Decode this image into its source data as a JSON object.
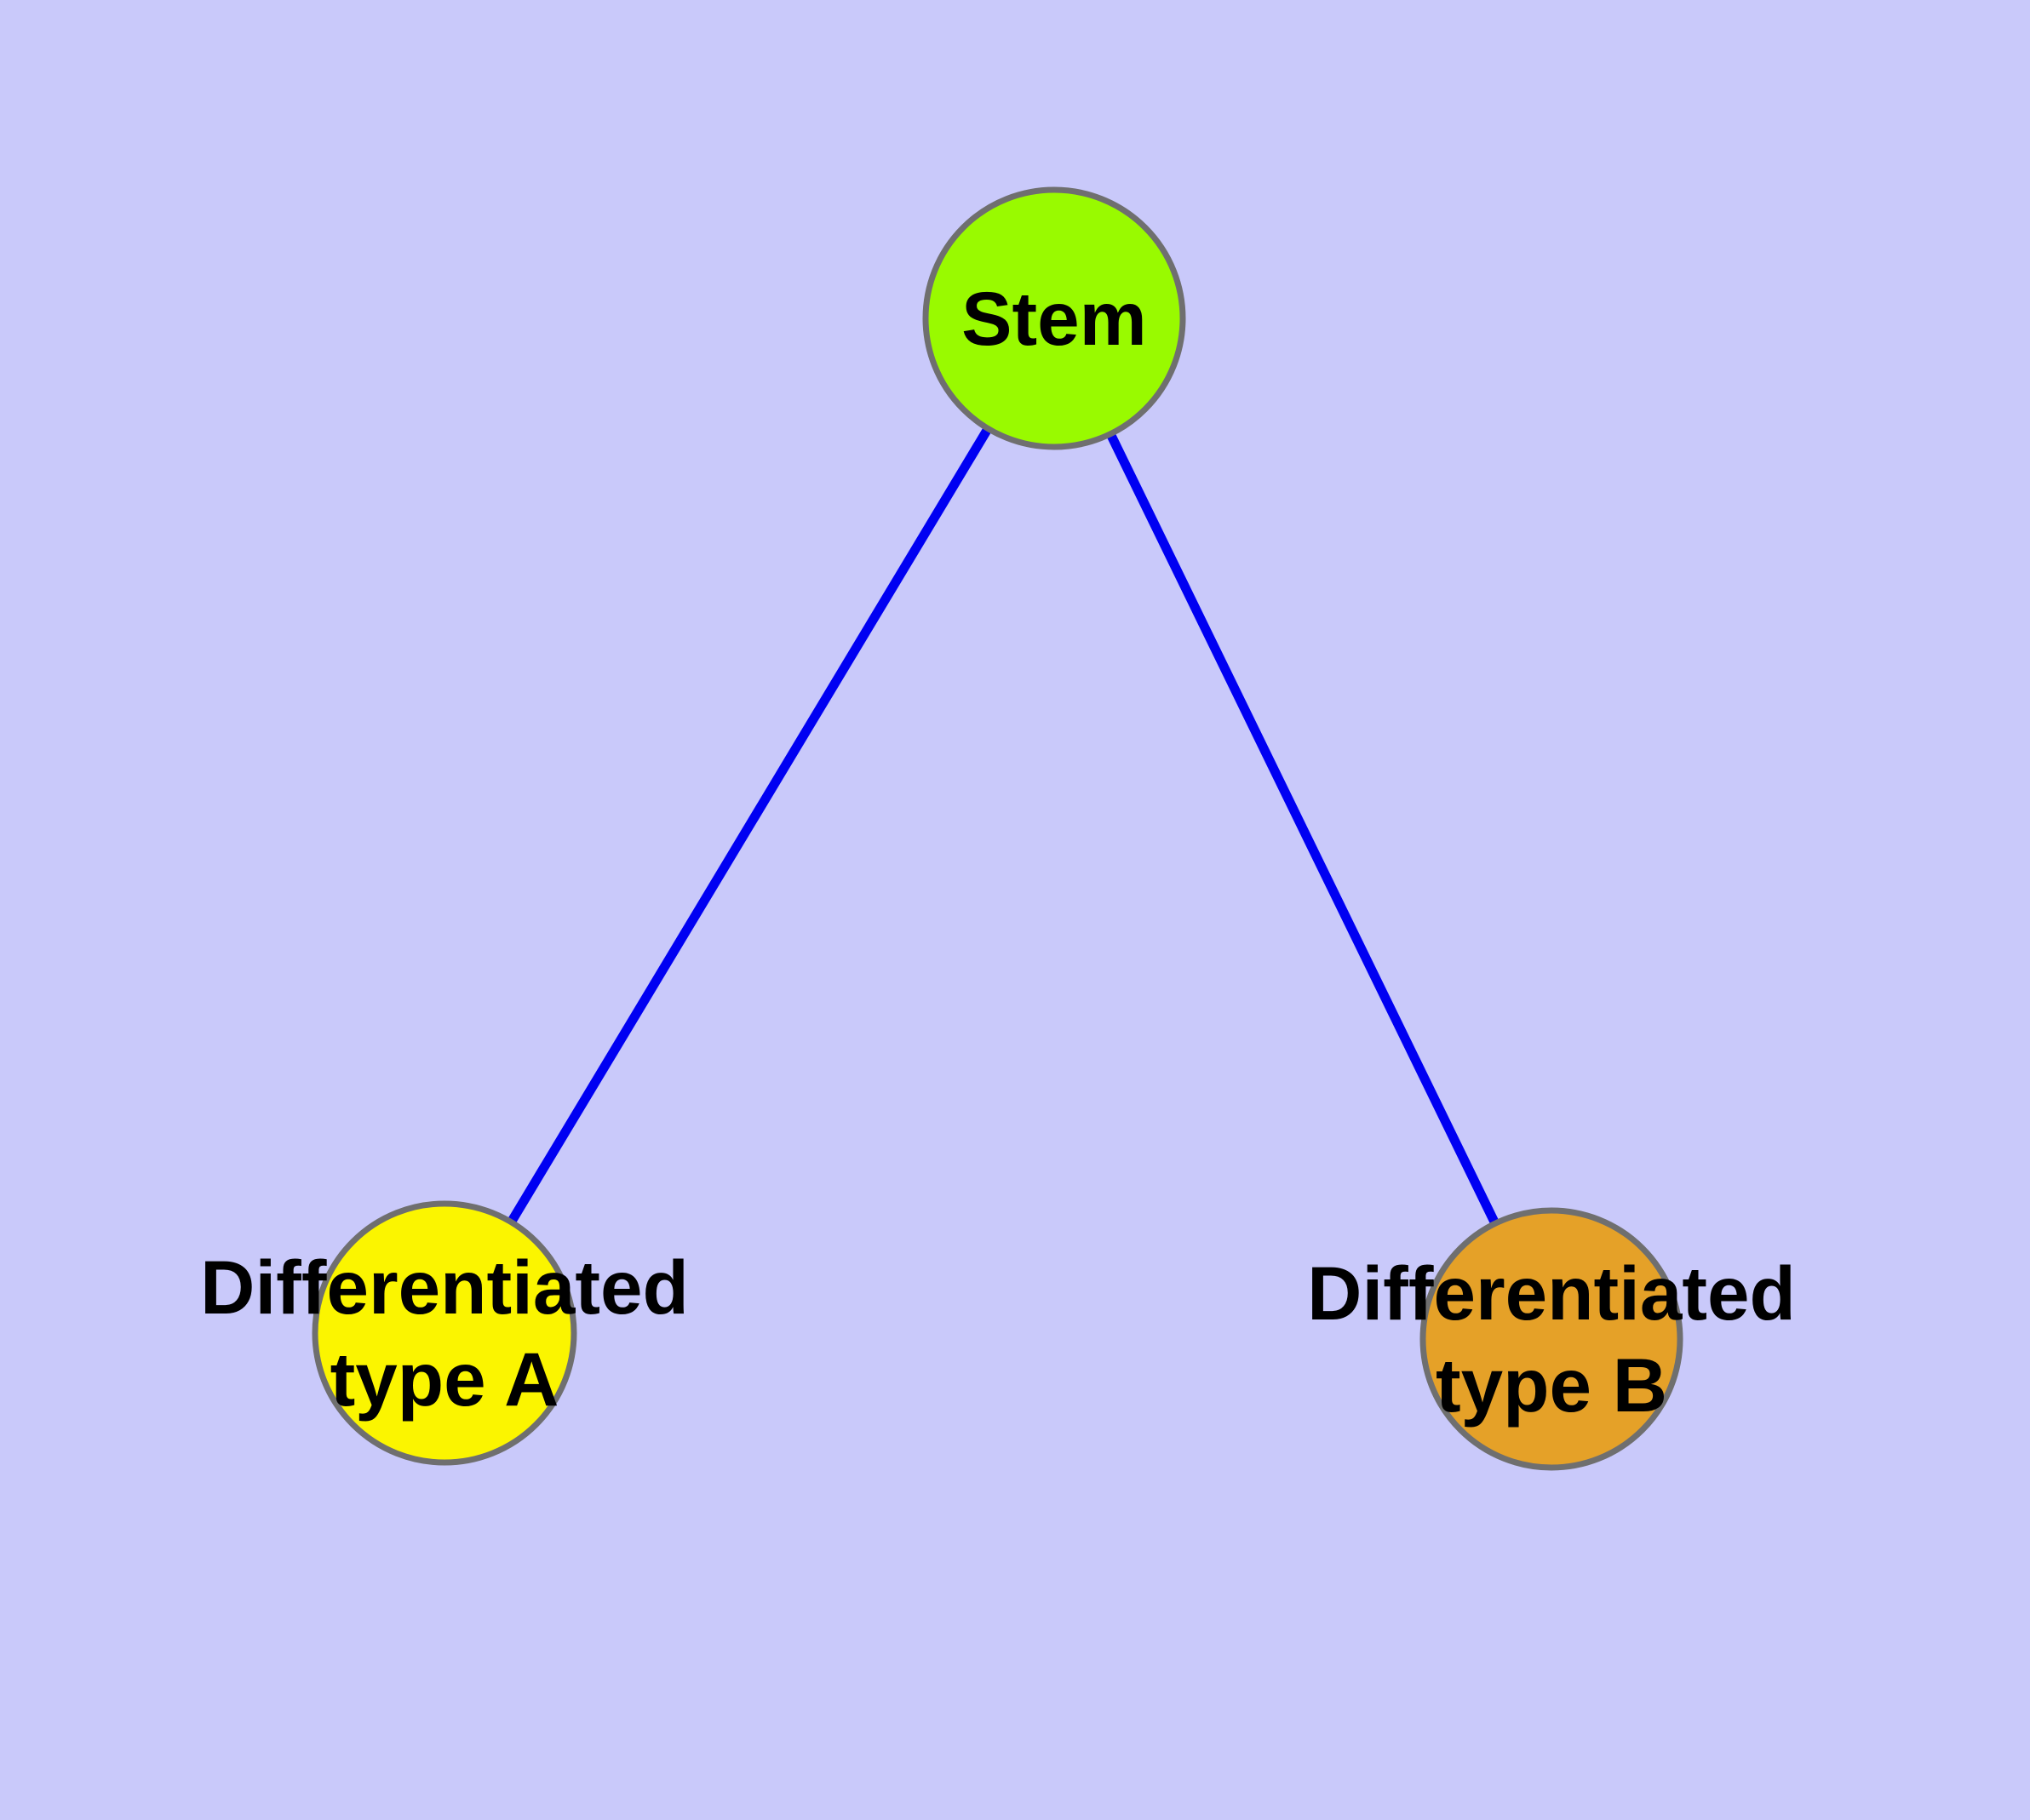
{
  "diagram": {
    "background_color": "#C9C9FA",
    "edge_color": "#0000F2",
    "node_border_color": "#6F6F6F",
    "text_color": "#000000",
    "nodes": [
      {
        "id": "stem",
        "label": "Stem",
        "fill": "#99FA00"
      },
      {
        "id": "differentiated-type-a",
        "label_line1": "Differentiated",
        "label_line2": "type A",
        "fill": "#FBF500"
      },
      {
        "id": "differentiated-type-b",
        "label_line1": "Differentiated",
        "label_line2": "type B",
        "fill": "#E5A128"
      }
    ],
    "edges": [
      {
        "from": "Stem",
        "to": "Differentiated type A"
      },
      {
        "from": "Stem",
        "to": "Differentiated type B"
      }
    ]
  }
}
